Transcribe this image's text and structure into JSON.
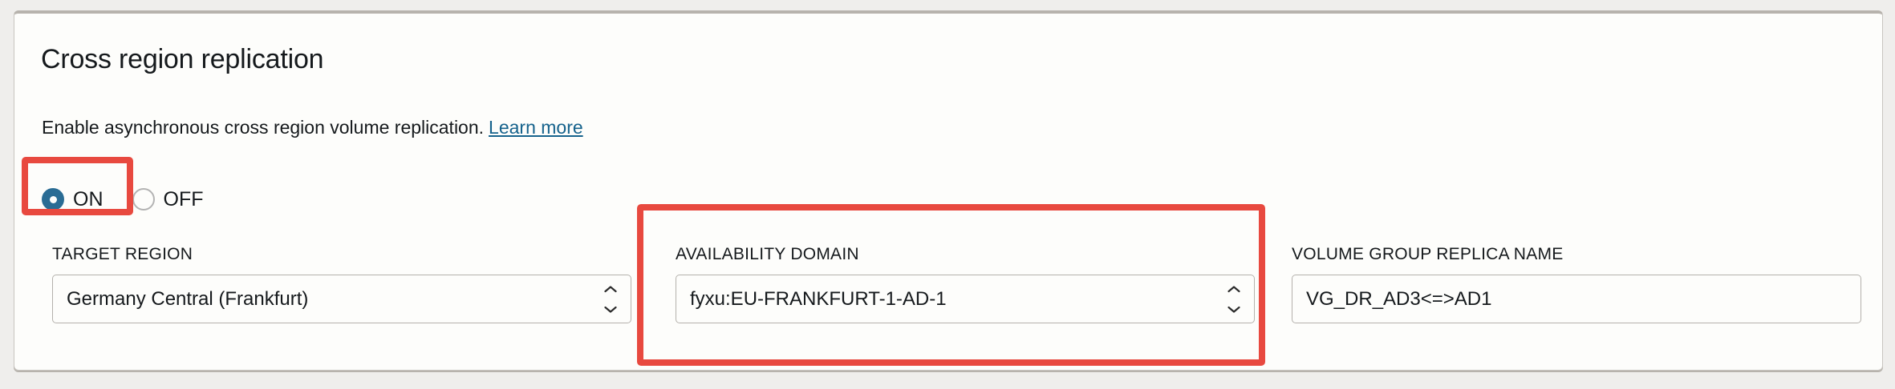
{
  "panel": {
    "title": "Cross region replication",
    "description": "Enable asynchronous cross region volume replication.",
    "learn_more": "Learn more"
  },
  "toggle": {
    "on_label": "ON",
    "off_label": "OFF",
    "selected": "ON"
  },
  "fields": {
    "target_region": {
      "label": "TARGET REGION",
      "value": "Germany Central (Frankfurt)",
      "type": "select"
    },
    "availability_domain": {
      "label": "AVAILABILITY DOMAIN",
      "value": "fyxu:EU-FRANKFURT-1-AD-1",
      "type": "select"
    },
    "volume_group_replica_name": {
      "label": "VOLUME GROUP REPLICA NAME",
      "value": "VG_DR_AD3<=>AD1",
      "type": "text"
    }
  },
  "annotations": {
    "highlight_color": "#e8493f",
    "boxes": [
      "on-radio",
      "availability-domain-field"
    ]
  },
  "colors": {
    "link": "#15628c",
    "radio_selected": "#2a6c94",
    "page_background": "#efeeec",
    "card_background": "#fdfdfb"
  }
}
